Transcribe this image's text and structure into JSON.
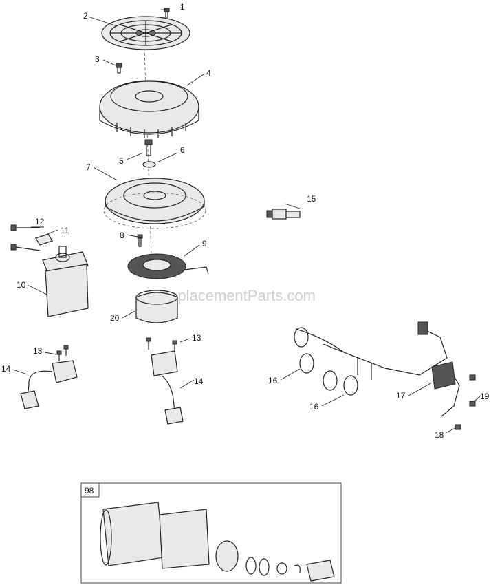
{
  "watermark": "eReplacementParts.com",
  "callouts": {
    "c1": "1",
    "c2": "2",
    "c3": "3",
    "c4": "4",
    "c5": "5",
    "c6": "6",
    "c7": "7",
    "c8": "8",
    "c9": "9",
    "c10": "10",
    "c11": "11",
    "c12": "12",
    "c13a": "13",
    "c13b": "13",
    "c14a": "14",
    "c14b": "14",
    "c15": "15",
    "c16a": "16",
    "c16b": "16",
    "c17": "17",
    "c18": "18",
    "c19": "19",
    "c20": "20",
    "c98": "98"
  }
}
